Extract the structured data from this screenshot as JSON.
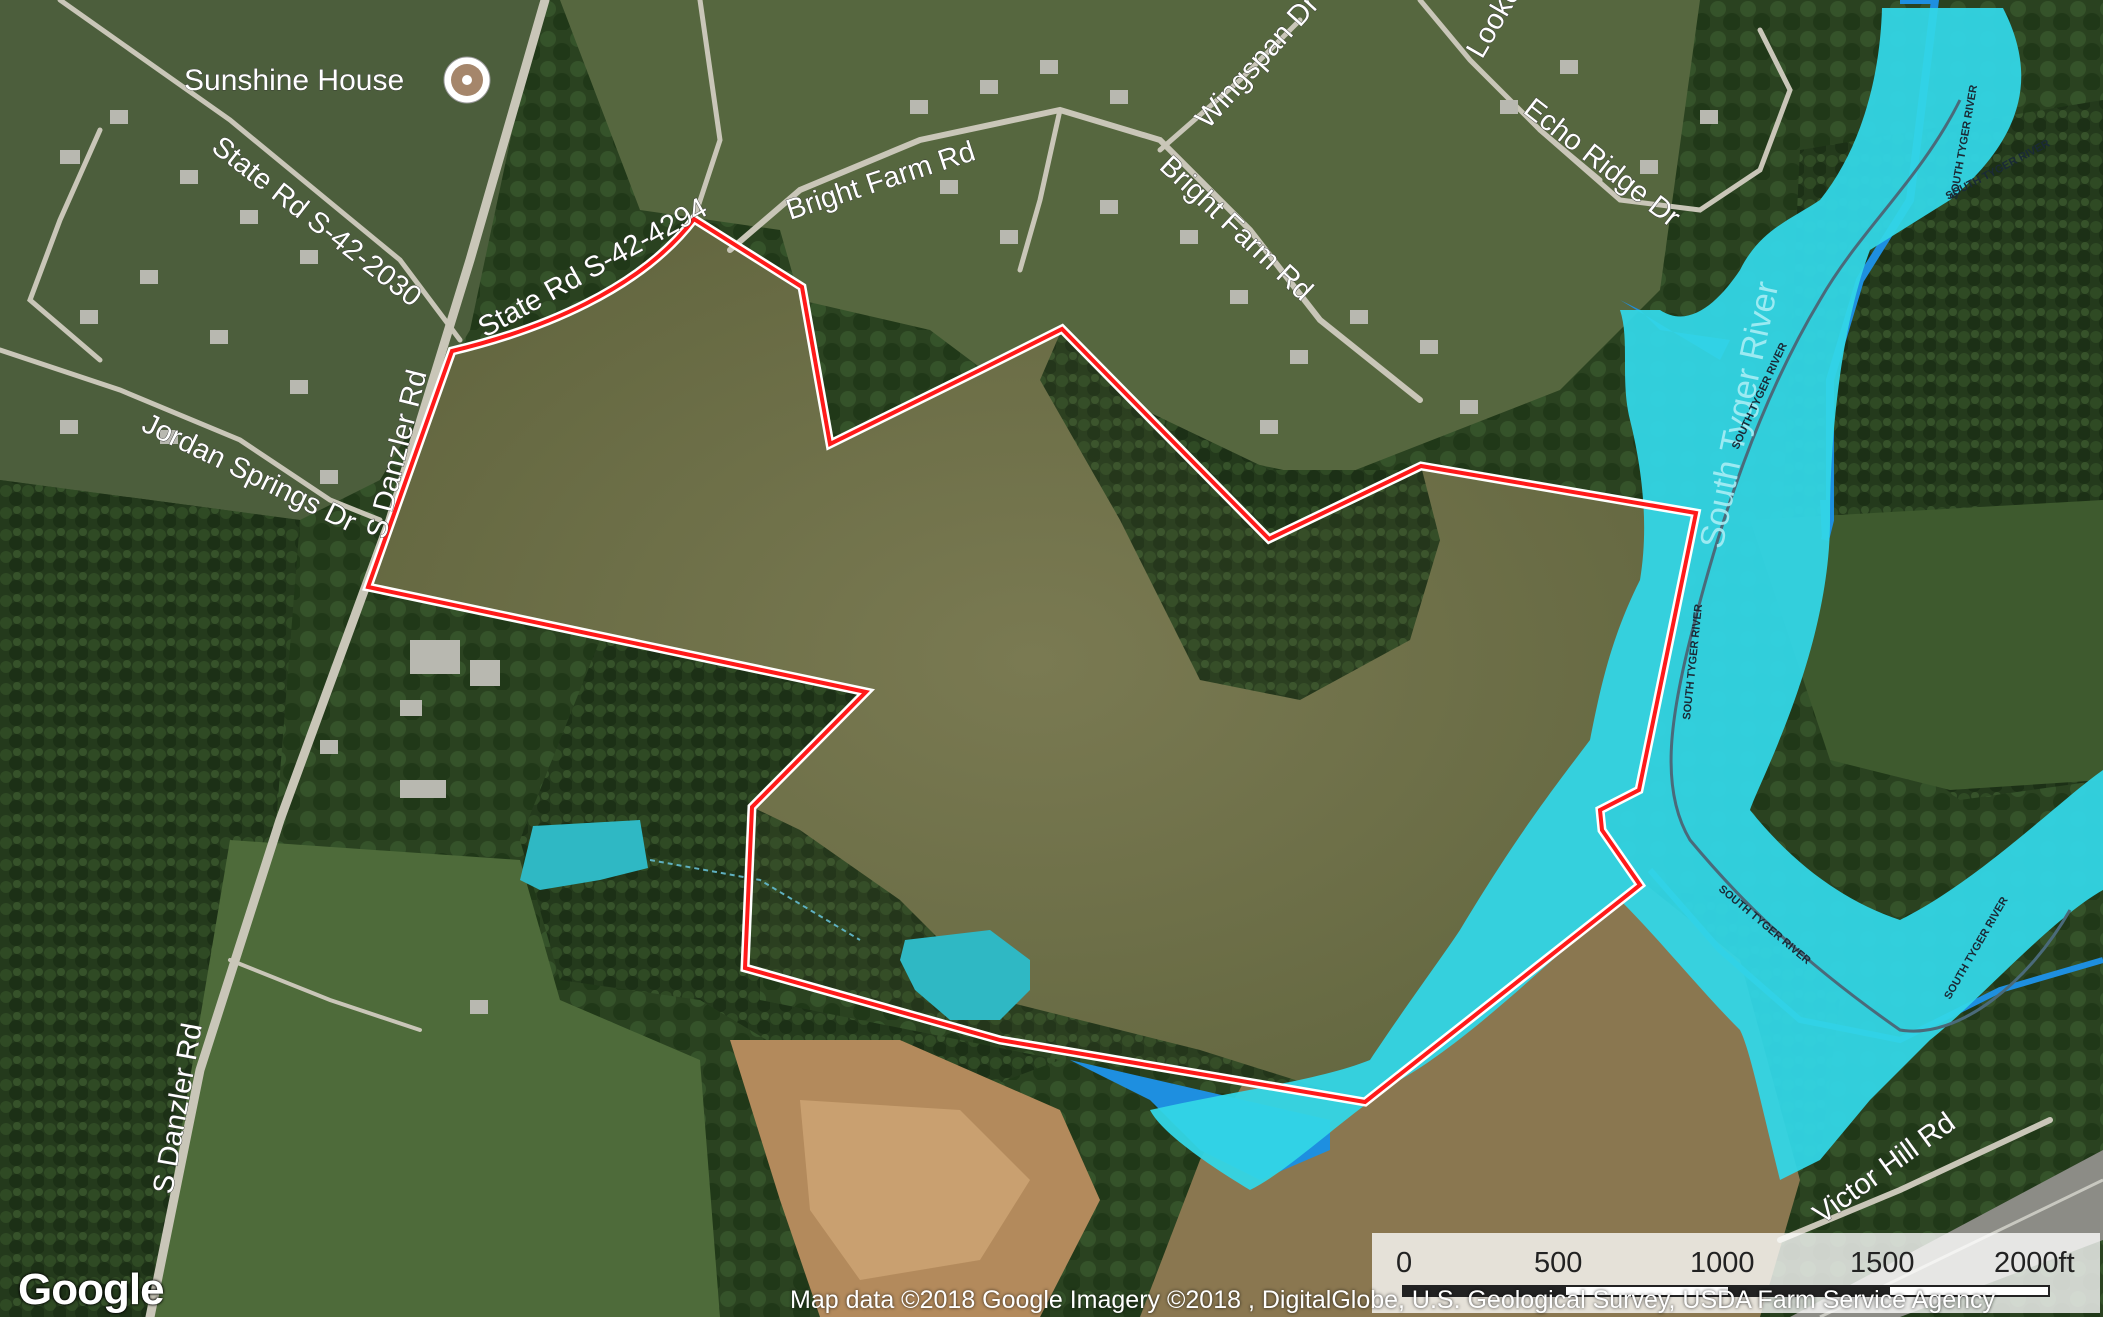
{
  "map": {
    "poi": {
      "label": "Sunshine House",
      "icon": "place-pin-icon"
    },
    "roads": {
      "state_rd_2030": "State Rd S-42-2030",
      "state_rd_4294": "State Rd S-42-4294",
      "bright_farm_top": "Bright Farm Rd",
      "bright_farm_mid": "Bright Farm Rd",
      "wingspan": "Wingspan Dr",
      "lookout": "Looko",
      "echo_ridge": "Echo Ridge Dr",
      "jordan_springs": "Jordan Springs Dr",
      "s_danzler_upper": "S Danzler Rd",
      "s_danzler_lower": "S Danzler Rd",
      "victor_hill": "Victor Hill Rd"
    },
    "river": {
      "name": "South Tyger River",
      "small_label": "SOUTH TYGER RIVER"
    },
    "colors": {
      "parcel_boundary": "#ff1a1a",
      "floodplain": "#33d6e6",
      "floodway": "#1e8fe0",
      "pond": "#2fb8c4"
    }
  },
  "scale": {
    "labels": [
      "0",
      "500",
      "1000",
      "1500",
      "2000ft"
    ]
  },
  "branding": {
    "logo": "Google",
    "attribution": "Map data ©2018 Google  Imagery ©2018 , DigitalGlobe, U.S. Geological Survey, USDA Farm Service Agency"
  }
}
